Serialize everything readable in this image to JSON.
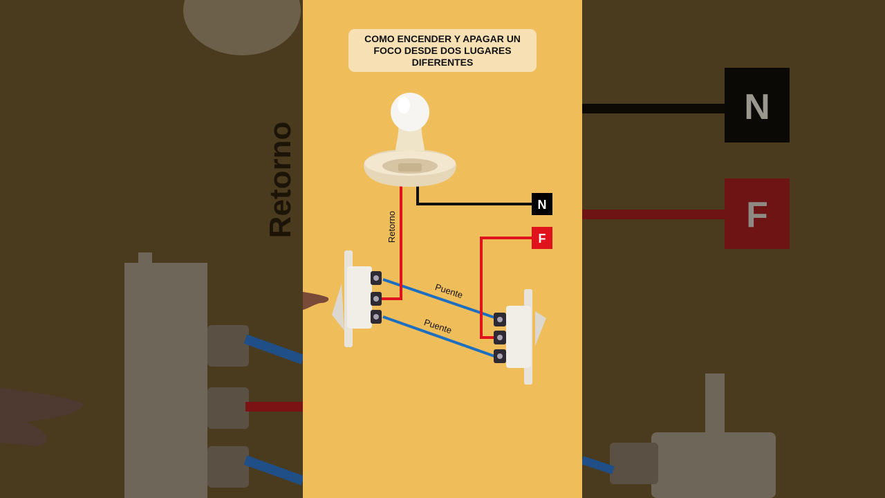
{
  "title": "COMO ENCENDER Y APAGAR  UN FOCO DESDE DOS LUGARES DIFERENTES",
  "labels": {
    "neutral": "N",
    "phase": "F",
    "return_wire": "Retorno",
    "bridge_top": "Puente",
    "bridge_bottom": "Puente"
  },
  "colors": {
    "background": "#f0bd5b",
    "neutral_wire": "#111111",
    "phase_wire": "#e0121b",
    "bridge_wire": "#1f6fc0",
    "neutral_box": "#000000",
    "phase_box": "#e0121b"
  }
}
